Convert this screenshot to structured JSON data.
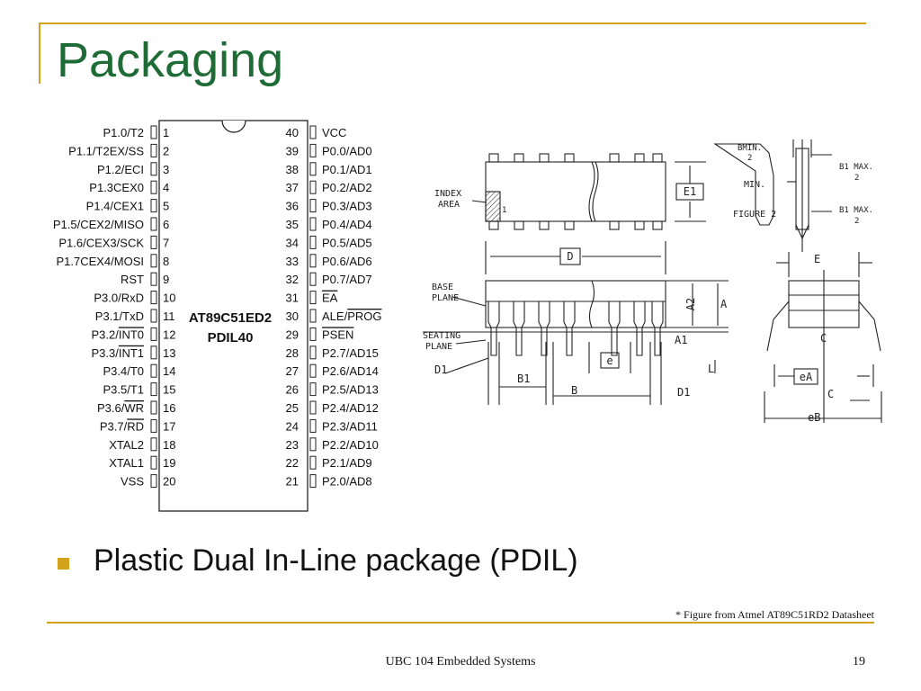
{
  "slide": {
    "title": "Packaging",
    "bullet": "Plastic Dual In-Line package (PDIL)",
    "credit": "* Figure from Atmel AT89C51RD2 Datasheet",
    "footer": "UBC 104 Embedded Systems",
    "page_number": "19",
    "accent_color": "#d4a21a",
    "title_color": "#1f6b36"
  },
  "chip": {
    "name_line1": "AT89C51ED2",
    "name_line2": "PDIL40",
    "left_pins": [
      {
        "num": "1",
        "label": "P1.0/T2"
      },
      {
        "num": "2",
        "label": "P1.1/T2EX/SS"
      },
      {
        "num": "3",
        "label": "P1.2/ECI"
      },
      {
        "num": "4",
        "label": "P1.3CEX0"
      },
      {
        "num": "5",
        "label": "P1.4/CEX1"
      },
      {
        "num": "6",
        "label": "P1.5/CEX2/MISO"
      },
      {
        "num": "7",
        "label": "P1.6/CEX3/SCK"
      },
      {
        "num": "8",
        "label": "P1.7CEX4/MOSI"
      },
      {
        "num": "9",
        "label": "RST"
      },
      {
        "num": "10",
        "label": "P3.0/RxD"
      },
      {
        "num": "11",
        "label": "P3.1/TxD"
      },
      {
        "num": "12",
        "label": "P3.2/INT0"
      },
      {
        "num": "13",
        "label": "P3.3/INT1"
      },
      {
        "num": "14",
        "label": "P3.4/T0"
      },
      {
        "num": "15",
        "label": "P3.5/T1"
      },
      {
        "num": "16",
        "label": "P3.6/WR"
      },
      {
        "num": "17",
        "label": "P3.7/RD"
      },
      {
        "num": "18",
        "label": "XTAL2"
      },
      {
        "num": "19",
        "label": "XTAL1"
      },
      {
        "num": "20",
        "label": "VSS"
      }
    ],
    "right_pins": [
      {
        "num": "40",
        "label": "VCC"
      },
      {
        "num": "39",
        "label": "P0.0/AD0"
      },
      {
        "num": "38",
        "label": "P0.1/AD1"
      },
      {
        "num": "37",
        "label": "P0.2/AD2"
      },
      {
        "num": "36",
        "label": "P0.3/AD3"
      },
      {
        "num": "35",
        "label": "P0.4/AD4"
      },
      {
        "num": "34",
        "label": "P0.5/AD5"
      },
      {
        "num": "33",
        "label": "P0.6/AD6"
      },
      {
        "num": "32",
        "label": "P0.7/AD7"
      },
      {
        "num": "31",
        "label": "EA"
      },
      {
        "num": "30",
        "label": "ALE/PROG"
      },
      {
        "num": "29",
        "label": "PSEN"
      },
      {
        "num": "28",
        "label": "P2.7/AD15"
      },
      {
        "num": "27",
        "label": "P2.6/AD14"
      },
      {
        "num": "26",
        "label": "P2.5/AD13"
      },
      {
        "num": "25",
        "label": "P2.4/AD12"
      },
      {
        "num": "24",
        "label": "P2.3/AD11"
      },
      {
        "num": "23",
        "label": "P2.2/AD10"
      },
      {
        "num": "22",
        "label": "P2.1/AD9"
      },
      {
        "num": "21",
        "label": "P2.0/AD8"
      }
    ]
  },
  "package_drawing": {
    "index_area": "INDEX AREA",
    "index_area_line1": "INDEX",
    "index_area_line2": "AREA",
    "pin1": "1",
    "e1": "E1",
    "d": "D",
    "base_plane_line1": "BASE",
    "base_plane_line2": "PLANE",
    "seating_plane_line1": "SEATING",
    "seating_plane_line2": "PLANE",
    "a2": "A2",
    "a": "A",
    "a1": "A1",
    "l": "L",
    "d1_left": "D1",
    "d1_right": "D1",
    "b1": "B1",
    "b": "B",
    "e_small": "e",
    "bmin": "BMIN.",
    "bmin_div": "2",
    "b1max_top": "B1 MAX.",
    "b1max_top_div": "2",
    "min": "MIN.",
    "figure2": "FIGURE 2",
    "b1max_bottom": "B1 MAX.",
    "b1max_bottom_div": "2",
    "e_end": "E",
    "c_center": "C",
    "ea": "eA",
    "c_lead": "C",
    "eb": "eB"
  }
}
